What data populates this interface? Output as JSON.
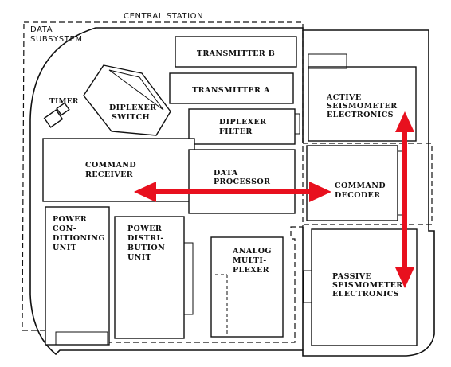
{
  "labels": {
    "central_station": "CENTRAL STATION",
    "data_subsystem": [
      "DATA",
      "SUBSYSTEM"
    ],
    "transmitter_b": "TRANSMITTER B",
    "transmitter_a": "TRANSMITTER A",
    "timer": "TIMER",
    "diplexer_switch": [
      "DIPLEXER",
      "SWITCH"
    ],
    "diplexer_filter": [
      "DIPLEXER",
      "FILTER"
    ],
    "active_seismometer": [
      "ACTIVE",
      "SEISMOMETER",
      "ELECTRONICS"
    ],
    "command_receiver": [
      "COMMAND",
      "RECEIVER"
    ],
    "data_processor": [
      "DATA",
      "PROCESSOR"
    ],
    "command_decoder": [
      "COMMAND",
      "DECODER"
    ],
    "power_conditioning": [
      "POWER",
      "CON-",
      "DITIONING",
      "UNIT"
    ],
    "power_distribution": [
      "POWER",
      "DISTRI-",
      "BUTION",
      "UNIT"
    ],
    "analog_multiplexer": [
      "ANALOG",
      "MULTI-",
      "PLEXER"
    ],
    "passive_seismometer": [
      "PASSIVE",
      "SEISMOMETER",
      "ELECTRONICS"
    ]
  },
  "colors": {
    "arrow": "#e8101e",
    "line": "#111111",
    "background": "#ffffff"
  },
  "arrows": [
    {
      "name": "horizontal-data-arrow",
      "orientation": "horizontal",
      "direction": "double"
    },
    {
      "name": "vertical-arrow",
      "orientation": "vertical",
      "direction": "double"
    }
  ]
}
